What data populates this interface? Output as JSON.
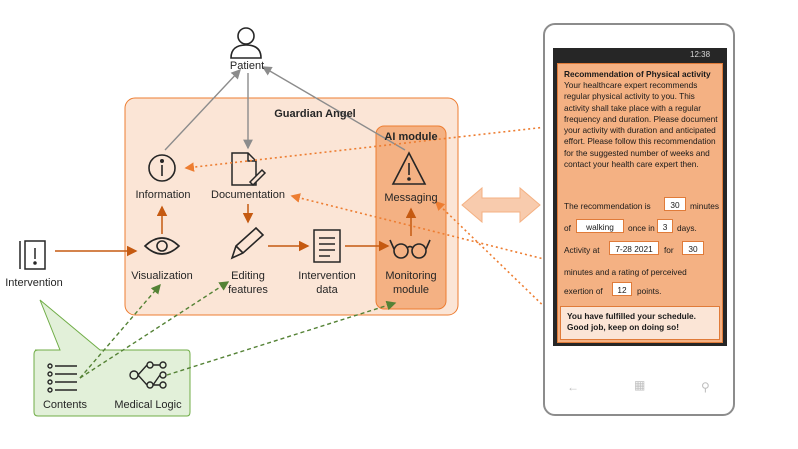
{
  "nodes": {
    "patient": "Patient",
    "guardian_angel": "Guardian Angel",
    "ai_module": "AI module",
    "information": "Information",
    "documentation": "Documentation",
    "messaging": "Messaging",
    "visualization": "Visualization",
    "editing_features_1": "Editing",
    "editing_features_2": "features",
    "intervention_data_1": "Intervention",
    "intervention_data_2": "data",
    "monitoring_module_1": "Monitoring",
    "monitoring_module_2": "module",
    "intervention": "Intervention",
    "contents": "Contents",
    "medical_logic": "Medical Logic"
  },
  "phone": {
    "time": "12:38",
    "title": "Recommendation of Physical activity",
    "body": "Your healthcare expert recommends regular physical activity to you. This activity shall take place with a regular frequency and duration. Please document your activity with duration and anticipated effort. Please follow this recommendation  for the suggested number of weeks and contact your health care expert then.",
    "line1_a": "The recommendation  is",
    "minutes_value": "30",
    "line1_b": "minutes",
    "line2_a": "of",
    "activity_value": "walking",
    "line2_b": "once in",
    "days_value": "3",
    "line2_c": "days.",
    "line3_a": "Activity at",
    "date_value": "7-28 2021",
    "line3_b": "for",
    "duration_value": "30",
    "line4": "minutes and a rating of perceived",
    "line5_a": "exertion of",
    "exertion_value": "12",
    "line5_b": "points.",
    "message": "You have fulfilled your schedule. Good job, keep on doing so!"
  },
  "colors": {
    "accent": "#c55a11",
    "light_orange": "#fbe5d6",
    "ai_module": "#f4b183",
    "green_box": "#e2f0d9",
    "green_line": "#548235",
    "gray_arrow": "#8c8c8c"
  },
  "icons": [
    "person-icon",
    "info-icon",
    "document-pen-icon",
    "warning-icon",
    "eye-icon",
    "pencil-icon",
    "form-icon",
    "glasses-icon",
    "alert-note-icon",
    "list-icon",
    "decision-tree-icon"
  ]
}
